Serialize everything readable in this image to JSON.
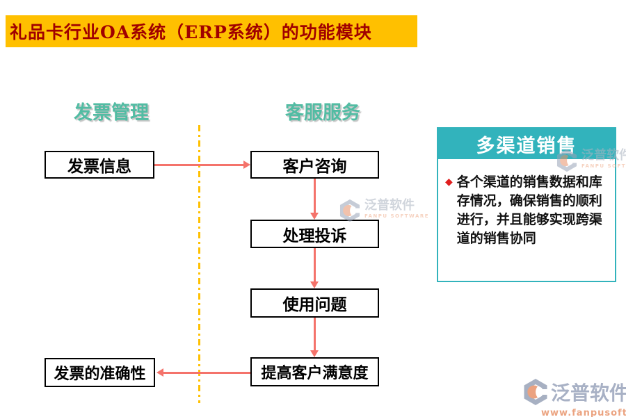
{
  "banner": {
    "title": "礼品卡行业OA系统（ERP系统）的功能模块"
  },
  "columns": {
    "left": "发票管理",
    "right": "客服服务"
  },
  "flow": {
    "invoice_info": "发票信息",
    "customer_inquiry": "客户咨询",
    "handle_complaints": "处理投诉",
    "usage_issues": "使用问题",
    "improve_satisfaction": "提高客户满意度",
    "invoice_accuracy": "发票的准确性"
  },
  "panel": {
    "title": "多渠道销售",
    "bullet": "◆",
    "body": "各个渠道的销售数据和库存情况，确保销售的顺利进行，并且能够实现跨渠道的销售协同"
  },
  "brand": {
    "name": "泛普软件",
    "subtitle": "FANPU SOFTWARE",
    "url": "www.fanpusoft.com"
  },
  "colors": {
    "banner_bg": "#FFC000",
    "banner_text": "#A00000",
    "column_header": "#52BCA3",
    "arrow": "#F4736B",
    "divider": "#FFC000",
    "panel_teal": "#32B3BC",
    "bullet_red": "#E01E1E",
    "logo_gray": "#9AA4BC",
    "logo_orange": "#E8936A"
  }
}
